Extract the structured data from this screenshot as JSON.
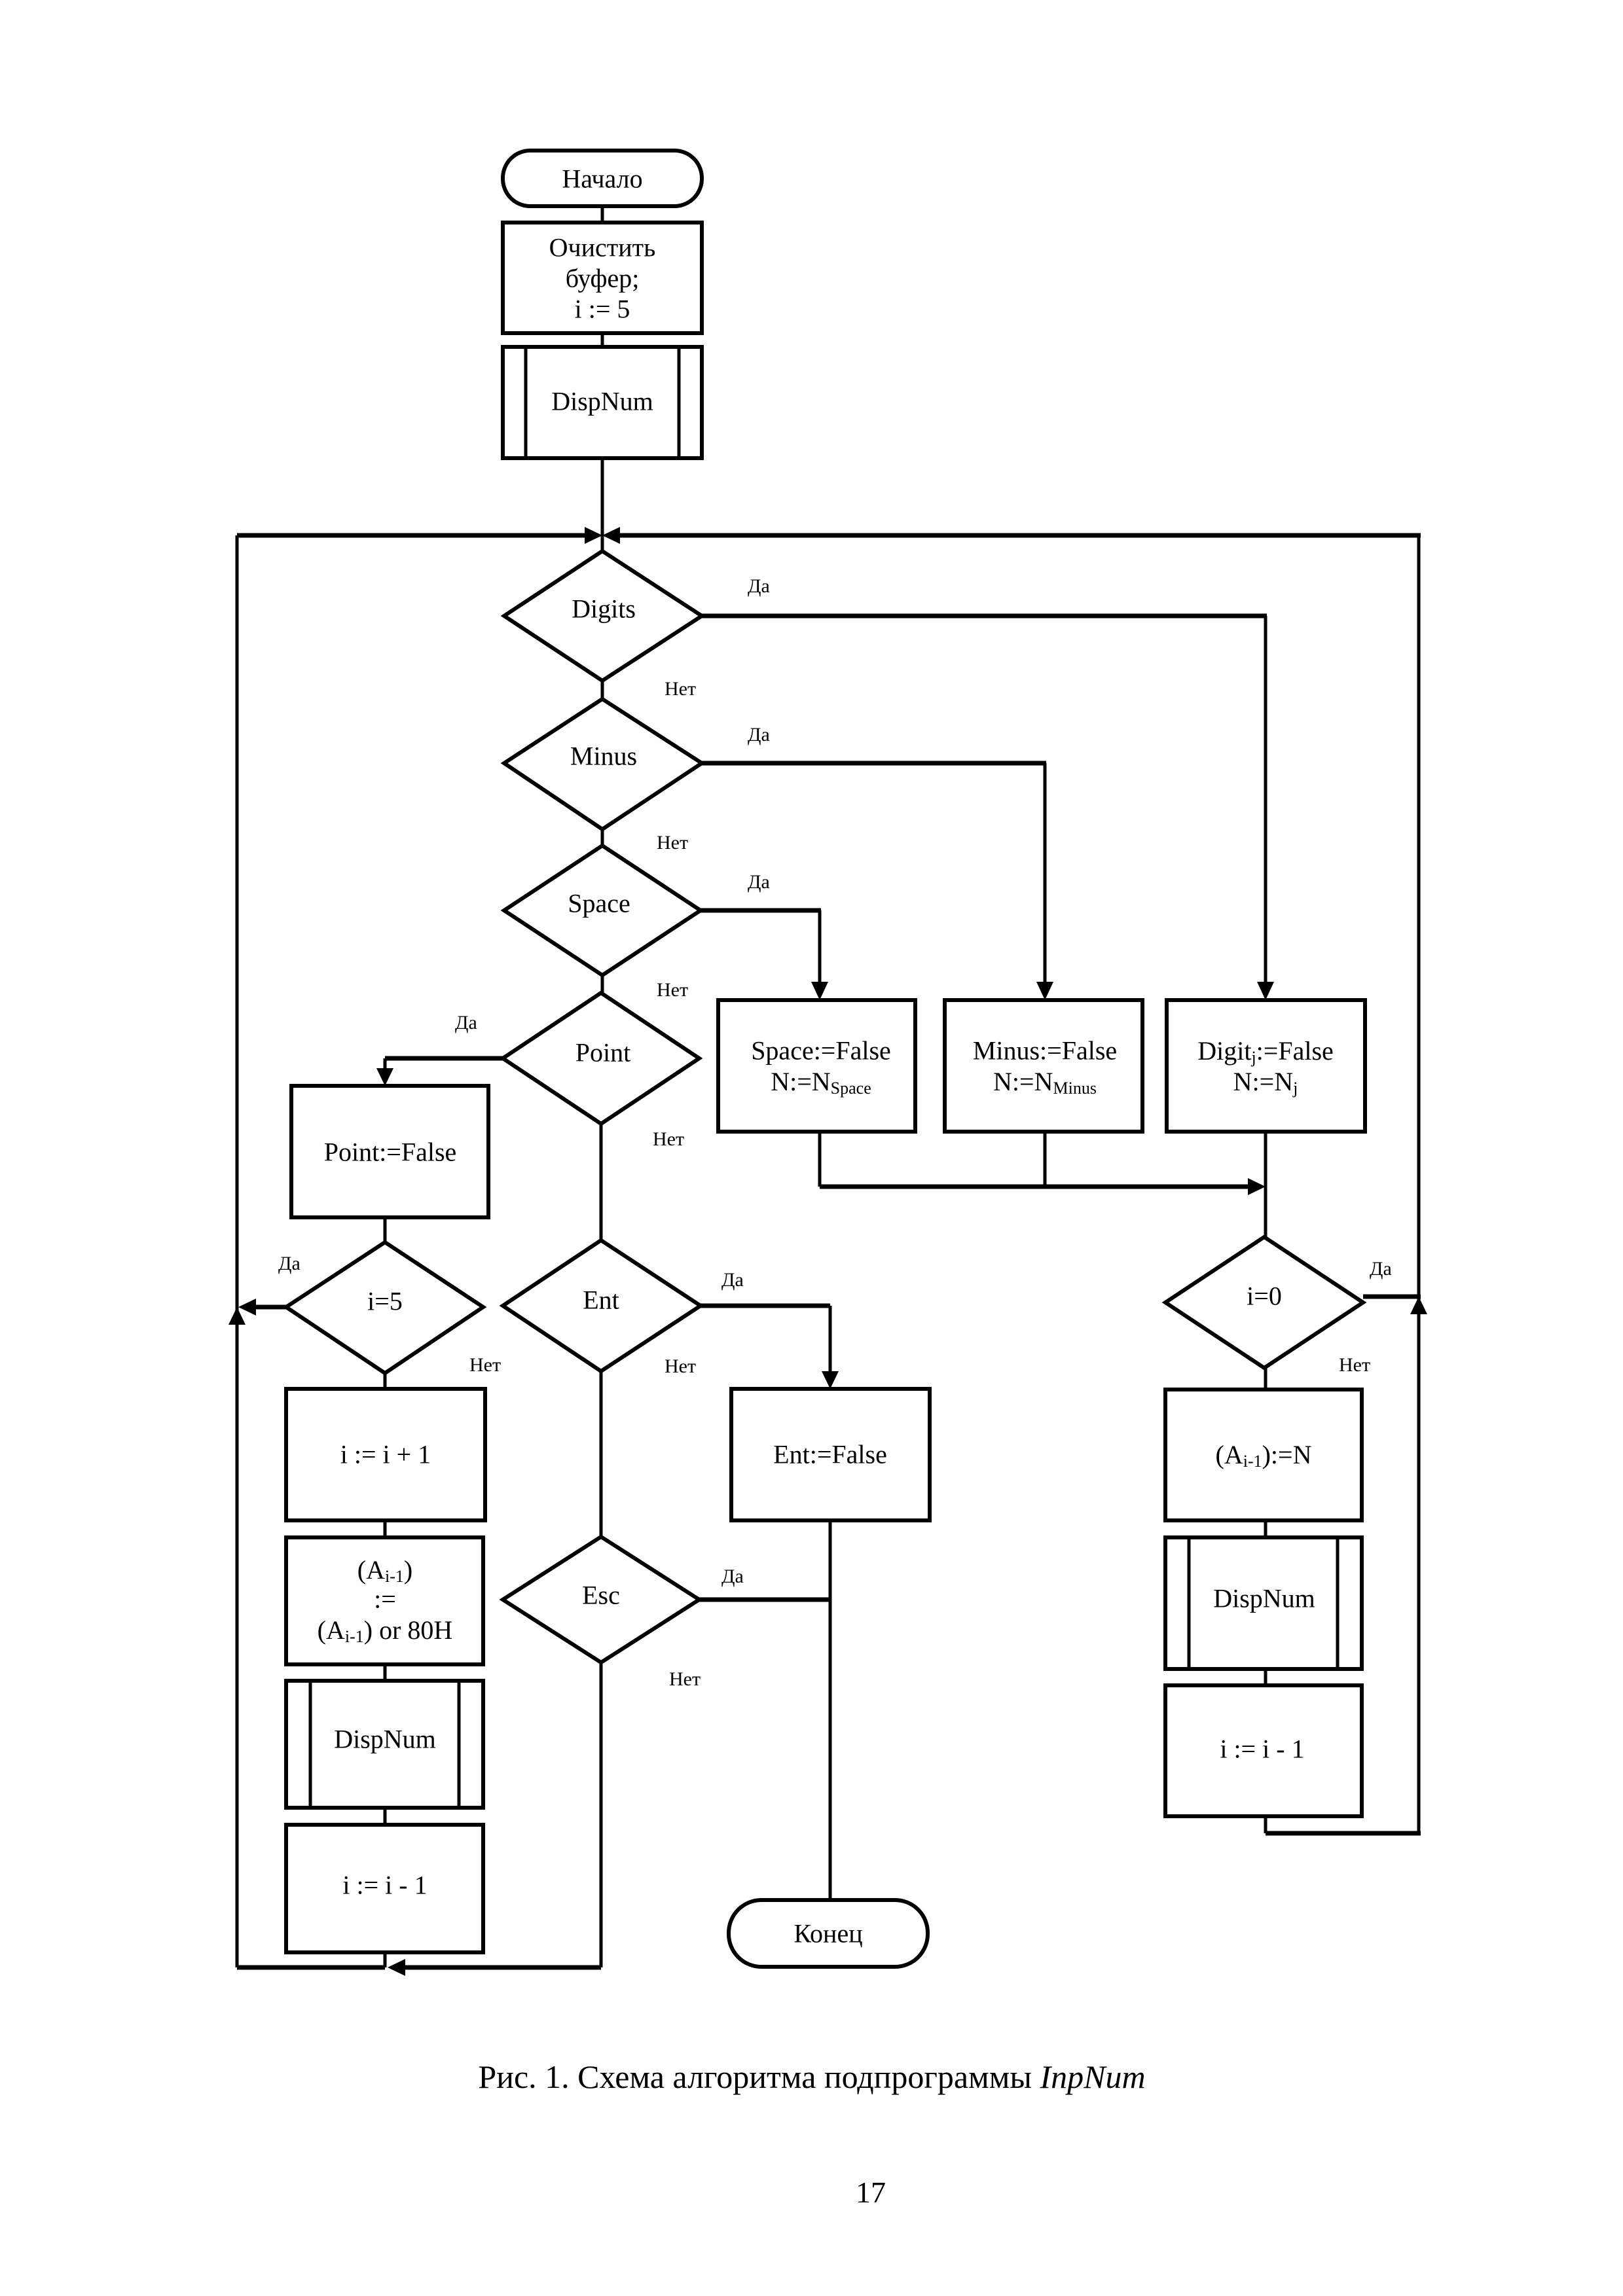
{
  "figure": {
    "caption_prefix": "Рис. 1. Схема алгоритма подпрограммы ",
    "caption_name": "InpNum",
    "page_number": "17"
  },
  "labels": {
    "yes": "Да",
    "no": "Нет"
  },
  "nodes": {
    "start": "Начало",
    "init": [
      "Очистить",
      "буфер;",
      "i := 5"
    ],
    "dispnum_1": "DispNum",
    "digits": "Digits",
    "minus": "Minus",
    "space": "Space",
    "point": "Point",
    "point_false": "Point:=False",
    "i_eq_5": "i=5",
    "i_inc": "i := i + 1",
    "a_or": {
      "line1_main": "(A",
      "line1_sub": "i-1",
      "line1_end": ")",
      "line2": ":=",
      "line3_main": "(A",
      "line3_sub": "i-1",
      "line3_end": ") or 80H"
    },
    "dispnum_2": "DispNum",
    "i_dec_left": "i := i - 1",
    "ent": "Ent",
    "ent_false": "Ent:=False",
    "esc": "Esc",
    "end": "Конец",
    "space_false": {
      "line1": "Space:=False",
      "line2_main": "N:=N",
      "line2_sub": "Space"
    },
    "minus_false": {
      "line1": "Minus:=False",
      "line2_main": "N:=N",
      "line2_sub": "Minus"
    },
    "digit_false": {
      "line1_main": "Digit",
      "line1_sub": "j",
      "line1_end": ":=False",
      "line2_main": "N:=N",
      "line2_sub": "j"
    },
    "i_eq_0": "i=0",
    "a_assign_n": {
      "main": "(A",
      "sub": "i-1",
      "end": "):=N"
    },
    "dispnum_3": "DispNum",
    "i_dec_right": "i := i - 1"
  }
}
